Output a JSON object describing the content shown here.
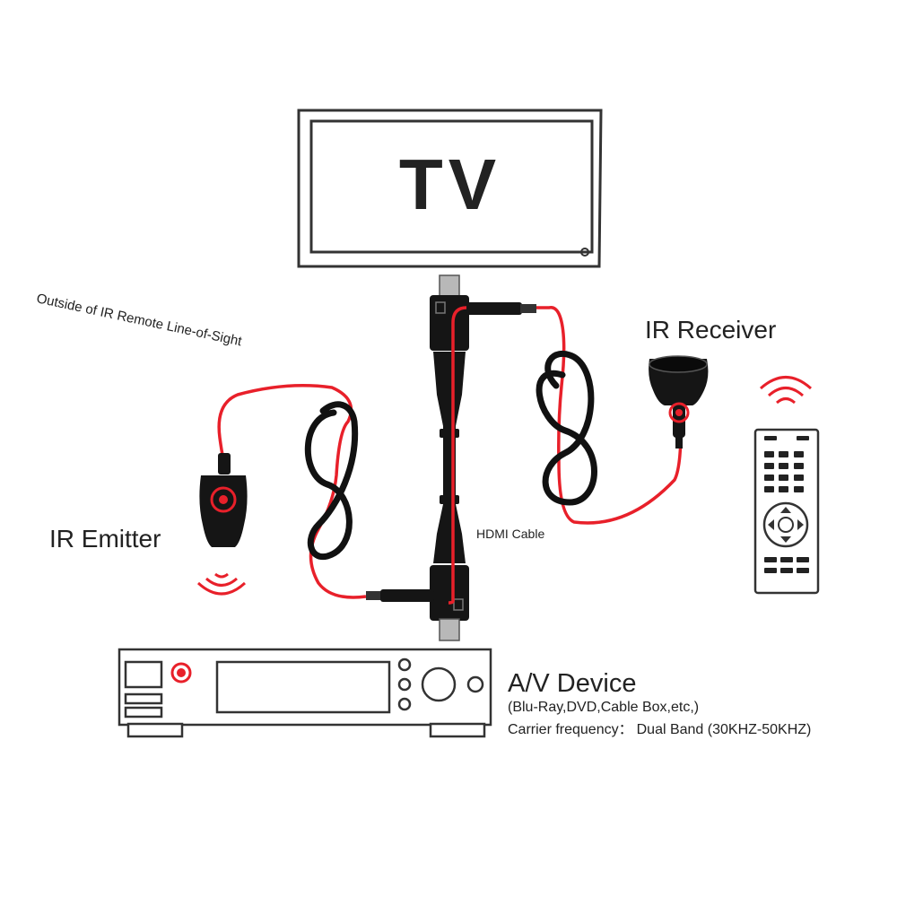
{
  "tv": {
    "label": "TV"
  },
  "line_of_sight": {
    "text": "Outside of IR Remote Line-of-Sight"
  },
  "ir_receiver": {
    "label": "IR Receiver"
  },
  "ir_emitter": {
    "label": "IR Emitter"
  },
  "hdmi": {
    "label": "HDMI Cable"
  },
  "av_device": {
    "label": "A/V Device",
    "subtitle": "(Blu-Ray,DVD,Cable Box,etc,)",
    "carrier_label": "Carrier frequency：",
    "carrier_value": "Dual Band (30KHZ-50KHZ)"
  },
  "colors": {
    "ir_wire": "#e8202a",
    "cable": "#111111",
    "outline": "#333333",
    "signal_waves": "#e8202a"
  },
  "icons": [
    "tv-icon",
    "ir-receiver-icon",
    "ir-emitter-icon",
    "remote-control-icon",
    "av-device-icon",
    "hdmi-connector-icon",
    "signal-waves-icon"
  ]
}
